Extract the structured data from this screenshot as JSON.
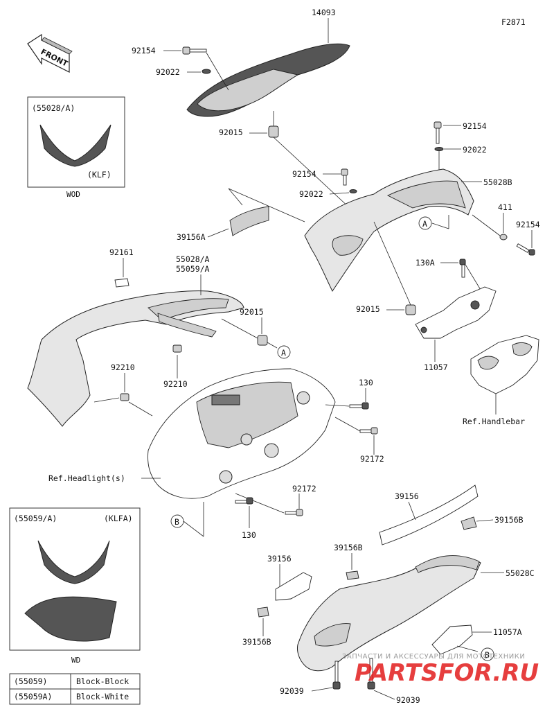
{
  "figure_code": "F2871",
  "front_label": "FRONT",
  "parts": {
    "p14093": "14093",
    "p92154_top": "92154",
    "p92022_top": "92022",
    "p92015_top": "92015",
    "p92154_r1": "92154",
    "p92022_r1": "92022",
    "p92154_mid": "92154",
    "p92022_mid": "92022",
    "p55028B": "55028B",
    "p411": "411",
    "p92154_r2": "92154",
    "p39156A": "39156A",
    "p92161": "92161",
    "p55028_55059_a": "55028/A",
    "p55028_55059_b": "55059/A",
    "p92015_mid": "92015",
    "p130A": "130A",
    "p92015_r": "92015",
    "p11057": "11057",
    "p92210_l": "92210",
    "p92210_m": "92210",
    "p130_r": "130",
    "p92172_r": "92172",
    "ref_handlebar": "Ref.Handlebar",
    "ref_headlight": "Ref.Headlight(s)",
    "p92172_b": "92172",
    "p130_b": "130",
    "p39156": "39156",
    "p39156B_r": "39156B",
    "p39156_l": "39156",
    "p39156B_c": "39156B",
    "p55028C": "55028C",
    "p39156B_l": "39156B",
    "p11057A": "11057A",
    "p92039_l": "92039",
    "p92039_r": "92039"
  },
  "callouts": {
    "A1": "A",
    "A2": "A",
    "B1": "B",
    "B2": "B"
  },
  "inset_top": {
    "code": "(55028/A)",
    "variant": "(KLF)",
    "caption": "WOD"
  },
  "inset_bottom": {
    "code": "(55059/A)",
    "variant": "(KLFA)",
    "caption": "WD"
  },
  "color_table": [
    {
      "code": "(55059)",
      "color": "Block-Block"
    },
    {
      "code": "(55059A)",
      "color": "Block-White"
    }
  ],
  "watermark": {
    "tagline": "ЗАПЧАСТИ И АКСЕССУАРЫ ДЛЯ МОТОТЕХНИКИ",
    "logo": "PARTSFOR.RU"
  }
}
